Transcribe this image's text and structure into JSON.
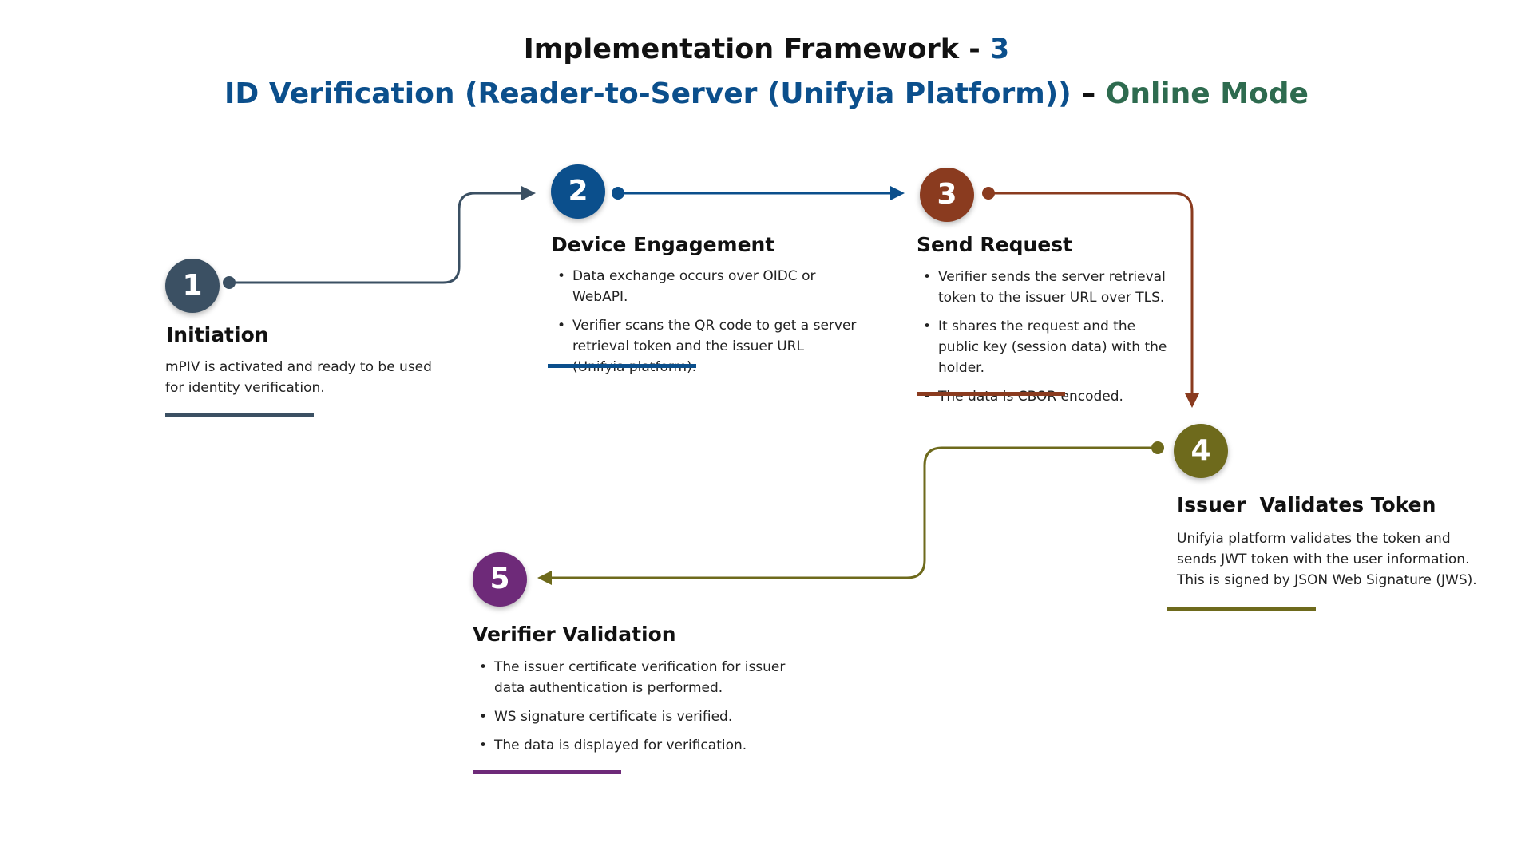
{
  "title": {
    "prefix": "Implementation Framework - ",
    "number": "3"
  },
  "subtitle": {
    "main": "ID Verification (Reader-to-Server (Unifyia Platform))",
    "separator": " – ",
    "mode": "Online Mode"
  },
  "colors": {
    "step1": "#3b5063",
    "step2": "#0b4f8c",
    "step3": "#8a3b1f",
    "step4": "#6e6a1c",
    "step5": "#6e2a79"
  },
  "steps": [
    {
      "number": "1",
      "title": "Initiation",
      "description": "mPIV is activated and ready to be used for identity verification."
    },
    {
      "number": "2",
      "title": "Device Engagement",
      "bullets": [
        "Data exchange occurs over OIDC or WebAPI.",
        "Verifier scans the QR code to get a server retrieval token and the issuer URL (Unifyia platform)."
      ]
    },
    {
      "number": "3",
      "title": "Send Request",
      "bullets": [
        "Verifier sends the server retrieval token to the issuer URL over TLS.",
        "It shares the request and the public key (session data) with the holder.",
        "The data is CBOR encoded."
      ]
    },
    {
      "number": "4",
      "title": "Issuer  Validates Token",
      "description": "Unifyia platform validates the token and sends JWT token with the user information. This is signed by JSON Web Signature (JWS)."
    },
    {
      "number": "5",
      "title": "Verifier Validation",
      "bullets": [
        "The issuer certificate verification for issuer data authentication is performed.",
        "WS signature certificate is verified.",
        "The data is displayed for verification."
      ]
    }
  ]
}
